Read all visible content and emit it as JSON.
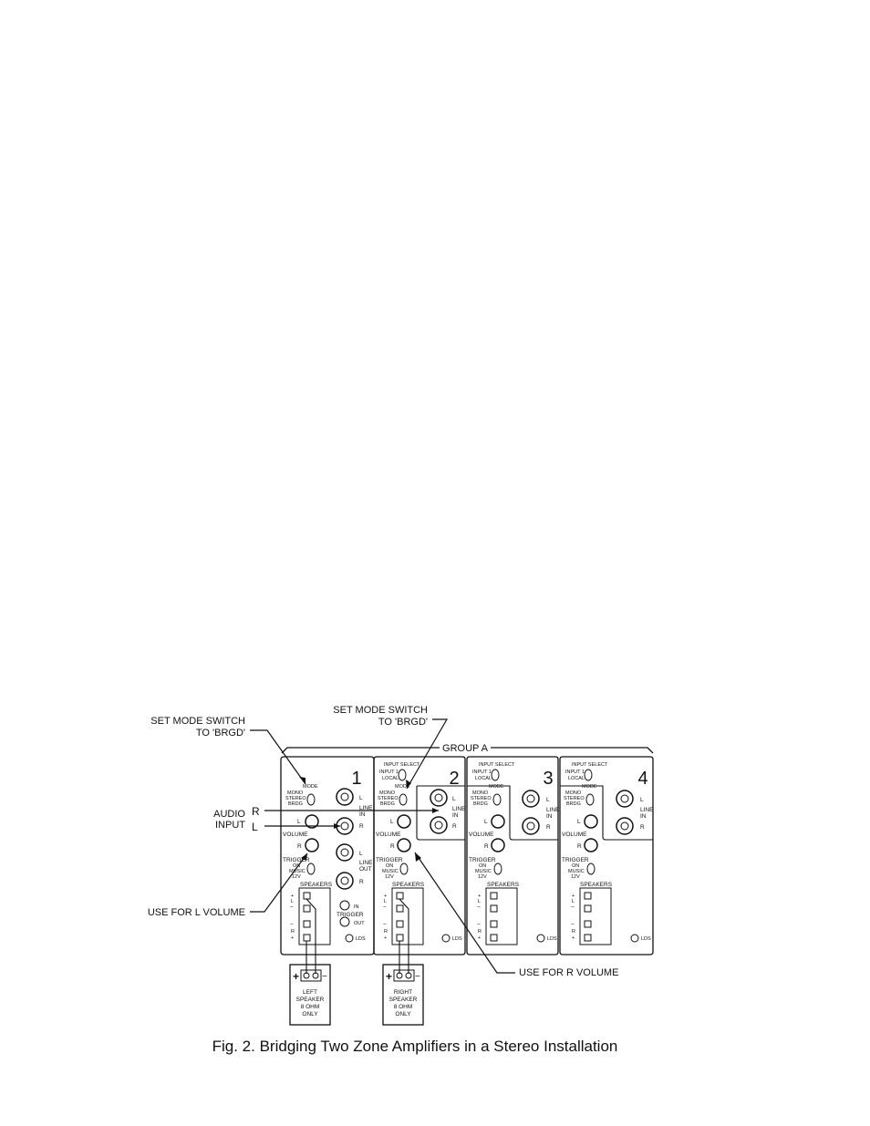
{
  "callouts": {
    "mode_switch_left": [
      "SET MODE SWITCH",
      "TO 'BRGD'"
    ],
    "mode_switch_right": [
      "SET MODE SWITCH",
      "TO 'BRGD'"
    ],
    "audio_input": [
      "AUDIO",
      "INPUT"
    ],
    "audio_r": "R",
    "audio_l": "L",
    "l_volume": "USE FOR L VOLUME",
    "r_volume": "USE FOR R VOLUME"
  },
  "group_label": "GROUP A",
  "panel_labels": {
    "input_select": "INPUT SELECT",
    "input_1": "INPUT 1",
    "local": "LOCAL",
    "mode": "MODE",
    "mono": "MONO",
    "stereo": "STEREO",
    "brdg": "BRDG",
    "l": "L",
    "r": "R",
    "volume": "VOLUME",
    "line": "LINE",
    "in": "IN",
    "out": "OUT",
    "trigger": "TRIGGER",
    "on": "ON",
    "music": "MUSIC",
    "v12": "12V",
    "speakers": "SPEAKERS",
    "plus": "+",
    "minus": "−",
    "lds": "LDS"
  },
  "zones": [
    {
      "number": "1"
    },
    {
      "number": "2"
    },
    {
      "number": "3"
    },
    {
      "number": "4"
    }
  ],
  "speakers": {
    "left": [
      "LEFT",
      "SPEAKER",
      "8 OHM",
      "ONLY"
    ],
    "right": [
      "RIGHT",
      "SPEAKER",
      "8 OHM",
      "ONLY"
    ]
  },
  "caption": "Fig. 2.  Bridging Two Zone Amplifiers in a Stereo Installation"
}
